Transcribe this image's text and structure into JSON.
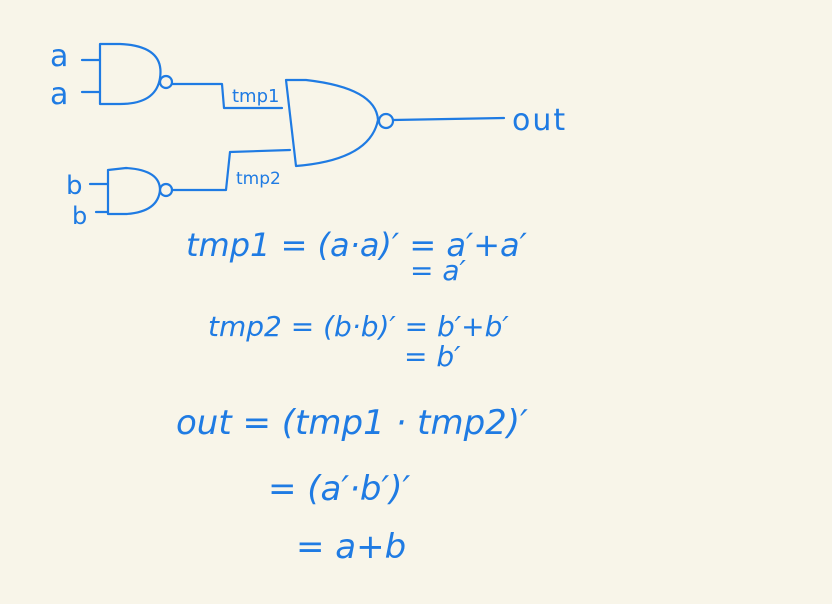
{
  "colors": {
    "ink": "#1f7be3",
    "paper": "#f8f5e9"
  },
  "circuit": {
    "gate1_inputs": [
      "a",
      "a"
    ],
    "gate2_inputs": [
      "b",
      "b"
    ],
    "wire1_label": "tmp1",
    "wire2_label": "tmp2",
    "output_label": "out"
  },
  "equations": {
    "tmp1_line1": "tmp1 = (a·a)′ = a′+a′",
    "tmp1_line2": "= a′",
    "tmp2_line1": "tmp2 = (b·b)′ = b′+b′",
    "tmp2_line2": "= b′",
    "out_line1": "out = (tmp1 · tmp2)′",
    "out_line2": "= (a′·b′)′",
    "out_line3": "= a+b"
  }
}
